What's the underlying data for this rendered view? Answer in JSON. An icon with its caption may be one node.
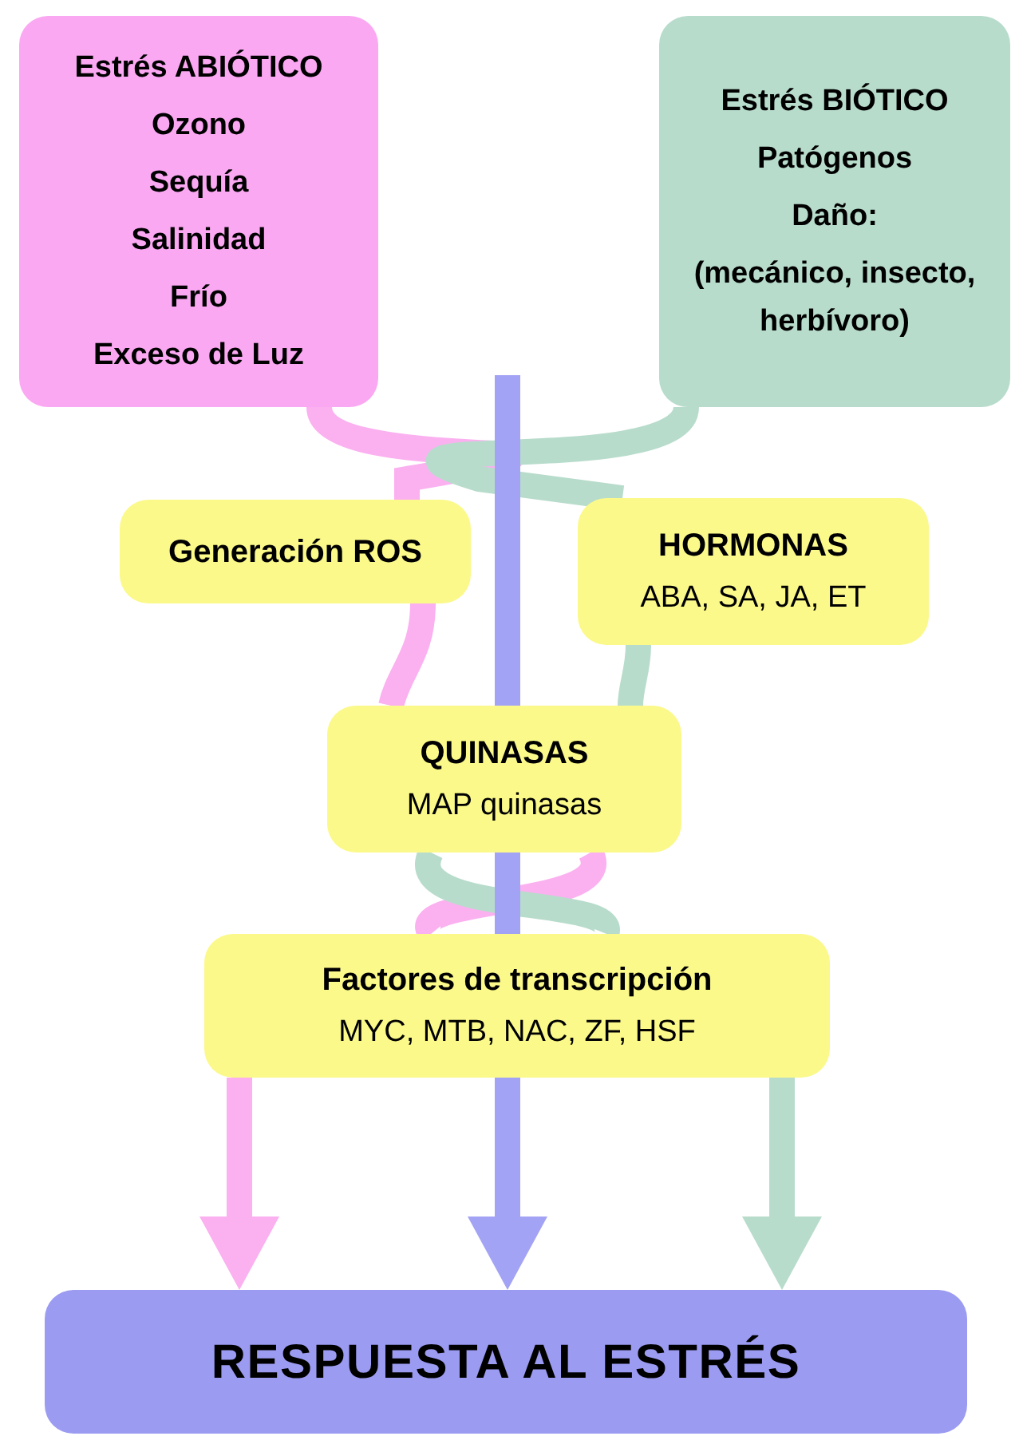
{
  "diagram": {
    "nodes": [
      {
        "text": [
          "Estrés ABIÓTICO",
          "Ozono",
          "Sequía",
          "Salinidad",
          "Frío",
          "Exceso de Luz"
        ]
      },
      {
        "text": [
          "Estrés BIÓTICO",
          "Patógenos",
          "Daño:",
          "(mecánico, insecto, herbívoro)"
        ]
      },
      {
        "text": [
          "Generación ROS"
        ]
      },
      {
        "text": [
          "HORMONAS",
          "ABA, SA, JA, ET"
        ]
      },
      {
        "text": [
          "QUINASAS",
          "MAP quinasas"
        ]
      },
      {
        "text": [
          "Factores de transcripción",
          "MYC, MTB, NAC, ZF, HSF"
        ]
      },
      {
        "text": [
          "RESPUESTA AL ESTRÉS"
        ]
      }
    ],
    "edges": [
      {
        "from": 0,
        "to": 2,
        "arrow": "none",
        "color": "#fbb0f0"
      },
      {
        "from": 2,
        "to": 4,
        "arrow": "none",
        "color": "#fbb0f0"
      },
      {
        "from": 4,
        "to": 5,
        "arrow": "none",
        "color": "#fbb0f0"
      },
      {
        "from": 5,
        "to": 6,
        "arrow": "to",
        "color": "#fbb0f0"
      },
      {
        "from": 1,
        "to": 3,
        "arrow": "none",
        "color": "#b8dccc"
      },
      {
        "from": 3,
        "to": 4,
        "arrow": "none",
        "color": "#b8dccc"
      },
      {
        "from": 4,
        "to": 5,
        "arrow": "none",
        "color": "#b8dccc"
      },
      {
        "from": 5,
        "to": 6,
        "arrow": "to",
        "color": "#b8dccc"
      },
      {
        "from": null,
        "to": 6,
        "arrow": "to",
        "color": "#a3a3f5"
      }
    ]
  }
}
